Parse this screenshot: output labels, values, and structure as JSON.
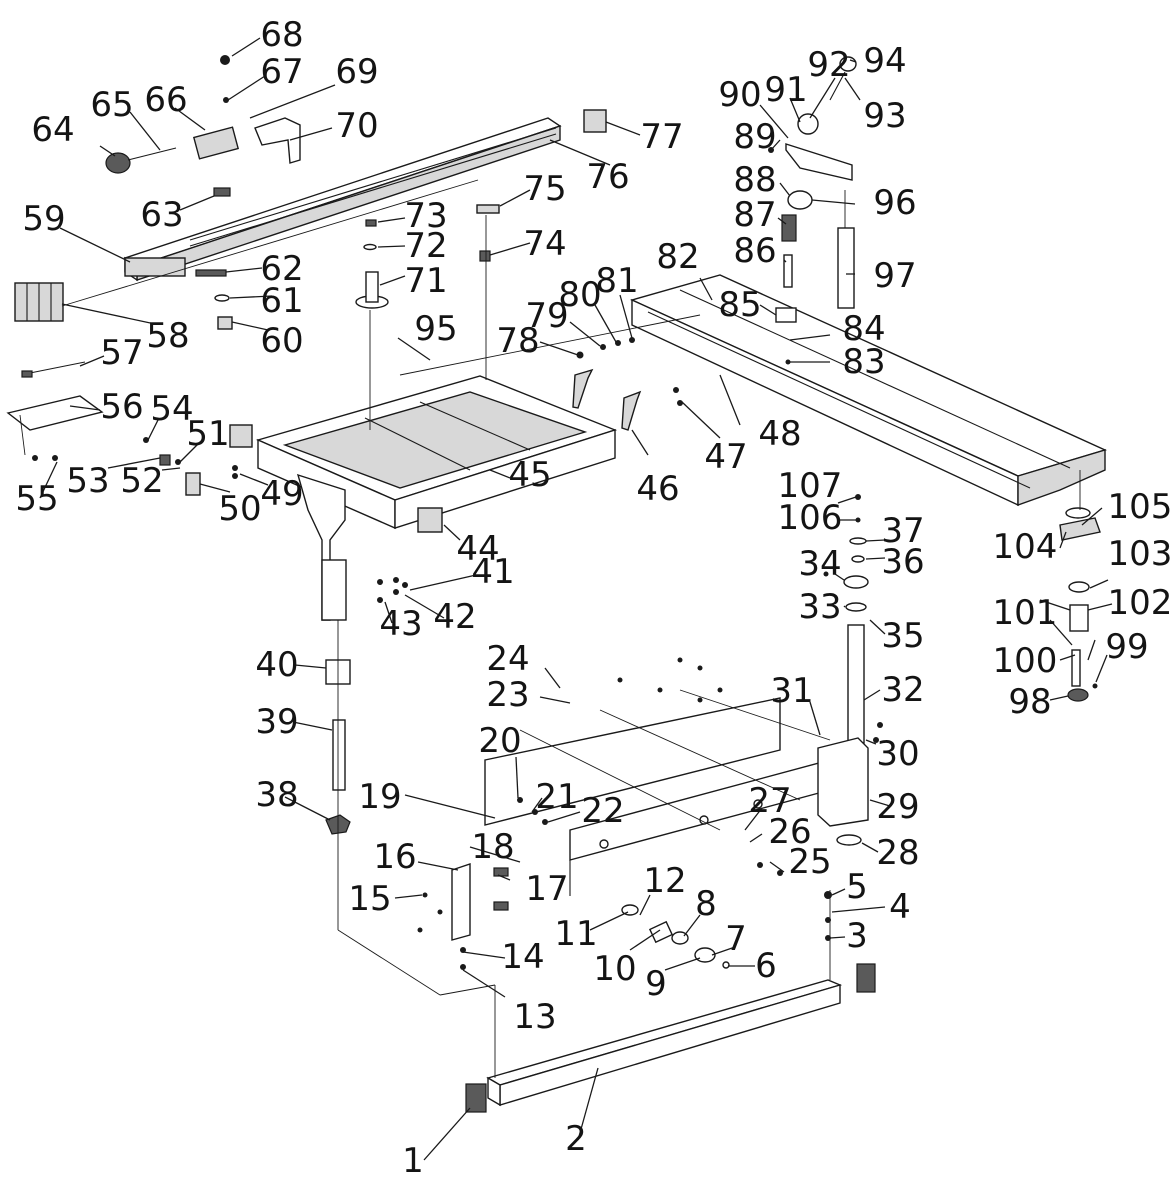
{
  "diagram": {
    "labels": [
      "1",
      "2",
      "3",
      "4",
      "5",
      "6",
      "7",
      "8",
      "9",
      "10",
      "11",
      "12",
      "13",
      "14",
      "15",
      "16",
      "17",
      "18",
      "19",
      "20",
      "21",
      "22",
      "23",
      "24",
      "25",
      "26",
      "27",
      "28",
      "29",
      "30",
      "31",
      "32",
      "33",
      "34",
      "35",
      "36",
      "37",
      "38",
      "39",
      "40",
      "41",
      "42",
      "43",
      "44",
      "45",
      "46",
      "47",
      "48",
      "49",
      "50",
      "51",
      "52",
      "53",
      "54",
      "55",
      "56",
      "57",
      "58",
      "59",
      "60",
      "61",
      "62",
      "63",
      "64",
      "65",
      "66",
      "67",
      "68",
      "69",
      "70",
      "71",
      "72",
      "73",
      "74",
      "75",
      "76",
      "77",
      "78",
      "79",
      "80",
      "81",
      "82",
      "83",
      "84",
      "85",
      "86",
      "87",
      "88",
      "89",
      "90",
      "91",
      "92",
      "93",
      "94",
      "95",
      "96",
      "97",
      "98",
      "99",
      "100",
      "101",
      "102",
      "103",
      "104",
      "105",
      "106",
      "107"
    ]
  }
}
